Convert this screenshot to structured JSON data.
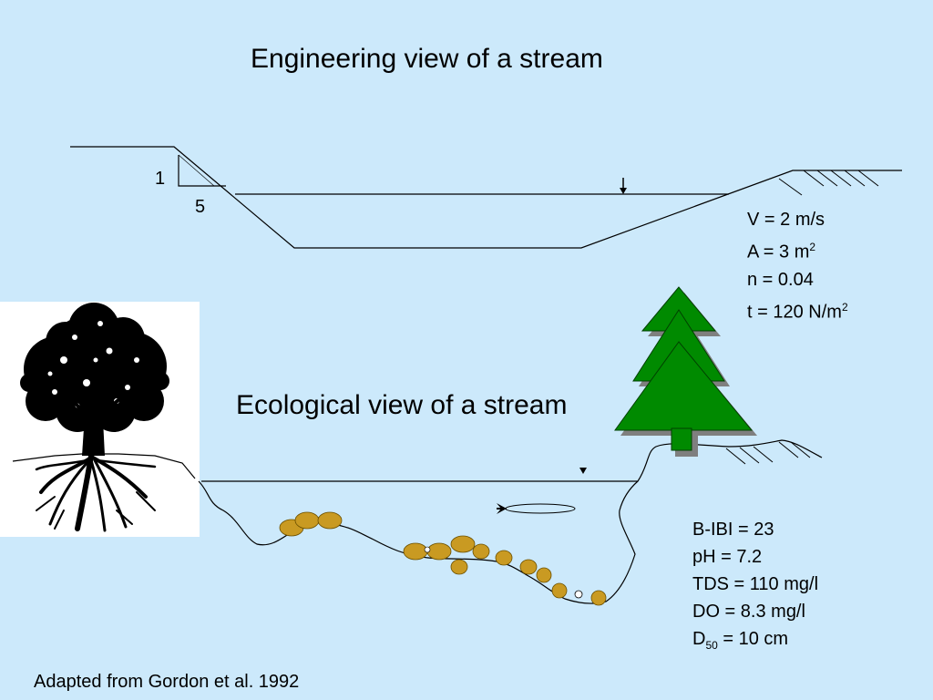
{
  "engineering": {
    "title": "Engineering view of a stream",
    "slope_rise": "1",
    "slope_run": "5",
    "params": {
      "v": "V = 2 m/s",
      "a": "A = 3 m",
      "a_sup": "2",
      "n": "n = 0.04",
      "t": "t = 120 N/m",
      "t_sup": "2"
    }
  },
  "ecological": {
    "title": "Ecological view of a stream",
    "params": {
      "bibi": "B-IBI = 23",
      "ph": "pH = 7.2",
      "tds": "TDS = 110 mg/l",
      "do": "DO = 8.3 mg/l",
      "d50_base": "D",
      "d50_sub": "50",
      "d50_rest": " = 10 cm"
    }
  },
  "citation": "Adapted from Gordon et al. 1992",
  "colors": {
    "background": "#cce9fb",
    "tree_green": "#008a00",
    "tree_shadow": "#7f7f7f",
    "pebble": "#c99a22",
    "line": "#000000"
  },
  "icons": {
    "deciduous_tree": "oak-tree-icon",
    "conifer": "pine-tree-icon",
    "fish": "fish-icon",
    "water_level_marker": "arrow-down-icon"
  }
}
